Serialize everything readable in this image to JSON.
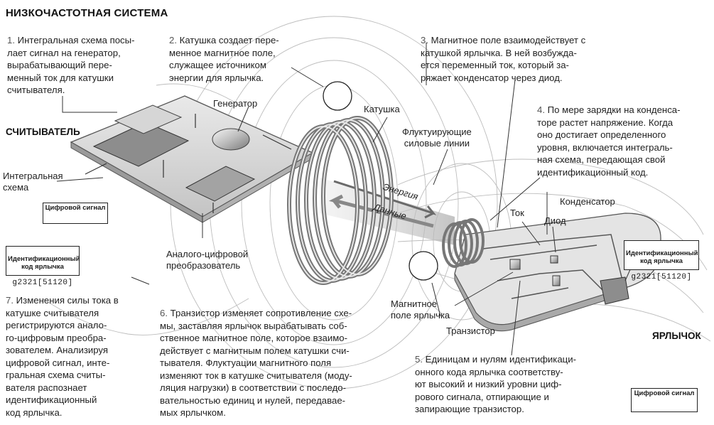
{
  "title": "НИЗКОЧАСТОТНАЯ СИСТЕМА",
  "sections": {
    "reader": "СЧИТЫВАТЕЛЬ",
    "tag": "ЯРЛЫЧОК"
  },
  "steps": [
    {
      "num": "1.",
      "text": "Интегральная схема посы-\nлает сигнал на генератор,\nвырабатывающий пере-\nменный ток для катушки\nсчитывателя."
    },
    {
      "num": "2.",
      "text": "Катушка создает пере-\nменное магнитное поле,\nслужащее источником\nэнергии для ярлычка."
    },
    {
      "num": "3.",
      "text": "Магнитное поле взаимодействует с\nкатушкой ярлычка. В ней возбужда-\nется переменный ток, который за-\nряжает конденсатор через диод."
    },
    {
      "num": "4.",
      "text": "По мере зарядки на конденса-\nторе растет напряжение. Когда\nоно достигает определенного\nуровня, включается интеграль-\nная схема, передающая свой\nидентификационный код."
    },
    {
      "num": "5.",
      "text": "Единицам и нулям идентификаци-\nонного кода ярлычка соответству-\nют высокий и низкий уровни циф-\nрового сигнала, отпирающие и\nзапирающие транзистор."
    },
    {
      "num": "6.",
      "text": "Транзистор изменяет сопротивление схе-\nмы, заставляя ярлычок вырабатывать соб-\nственное магнитное поле, которое взаимо-\nдействует с магнитным полем катушки счи-\nтывателя. Флуктуации магнитного поля\nизменяют ток в катушке считывателя (моду-\nляция нагрузки) в соответствии с последо-\nвательностью единиц и нулей, передавае-\nмых ярлычком."
    },
    {
      "num": "7.",
      "text": "Изменения силы тока в\nкатушке считывателя\nрегистрируются анало-\nго-цифровым преобра-\nзователем. Анализируя\nцифровой сигнал, инте-\nгральная схема считы-\nвателя распознает\nидентификационный\nкод ярлычка."
    }
  ],
  "labels": {
    "generator": "Генератор",
    "coil": "Катушка",
    "flux": "Флуктуирующие\nсиловые линии",
    "ic": "Интегральная\nсхема",
    "adc": "Аналого-цифровой\nпреобразователь",
    "energy": "Энергия",
    "data": "Данные",
    "tag_field": "Магнитное\nполе ярлычка",
    "transistor": "Транзистор",
    "current": "Ток",
    "capacitor": "Конденсатор",
    "diode": "Диод"
  },
  "badges": {
    "digital_signal": "Цифровой сигнал",
    "id_code_title": "Идентификационный\nкод ярлычка",
    "id_code_value": "g2321[51120]"
  }
}
